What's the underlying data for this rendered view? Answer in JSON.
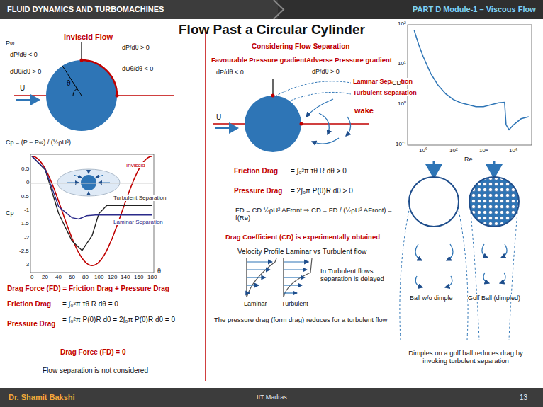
{
  "diagram": {
    "title": "Flow Past a Circular Cylinder",
    "nodes": [
      {
        "text": [
          "FLUID DYNAMICS AND TURBOMACHINES"
        ]
      },
      {
        "text": [
          "PART D Module-1 – Viscous Flow"
        ],
        "in": 0
      },
      {
        "text": [
          "Dr. Shamit Bakshi",
          "IIT Madras",
          "13"
        ]
      }
    ],
    "labels": [
      "Inviscid Flow",
      "P∞",
      "dP/dθ < 0",
      "dUθ/dθ > 0",
      "dP/dθ > 0",
      "dUθ/dθ < 0",
      "U",
      "θ",
      "Cp = (P − P∞) / (½ρU²)",
      "Inviscid",
      "Turbulent Separation",
      "Laminar Separation",
      "Cp",
      "θ",
      "0.5",
      "0",
      "-0.5",
      "-1",
      "-1.5",
      "-2",
      "-2.5",
      "-3",
      "0",
      "20",
      "40",
      "60",
      "80",
      "100",
      "120",
      "140",
      "160",
      "180",
      "Drag Force (FD) = Friction Drag + Pressure Drag",
      "Friction Drag",
      "= ∫₀²π τθ R dθ = 0",
      "Pressure Drag",
      "= ∫₀²π P(θ)R dθ = 2∫₀π P(θ)R dθ = 0",
      "Drag Force (FD) = 0",
      "Flow separation is not considered",
      "Considering Flow Separation",
      "Favourable Pressure gradient",
      "dP/dθ < 0",
      "Adverse Pressure gradient",
      "dP/dθ > 0",
      "Laminar Separation",
      "Turbulent Separation",
      "wake",
      "U",
      "Friction Drag",
      "= ∫₀²π τθ R dθ > 0",
      "Pressure Drag",
      "= 2∫₀π P(θ)R dθ > 0",
      "FD = CD ½ρU² AFront ⇒ CD = FD / (½ρU² AFront) = f(Re)",
      "Drag Coefficient (CD) is experimentally obtained",
      "Velocity Profile Laminar vs Turbulent flow",
      "In Turbulent flows separation is delayed",
      "Laminar",
      "Turbulent",
      "The pressure drag (form drag) reduces for a turbulent flow",
      "CD",
      "Re",
      "10²",
      "10¹",
      "10⁰",
      "10⁻¹",
      "10⁰",
      "10²",
      "10⁴",
      "10⁶",
      "Ball w/o dimple",
      "Golf Ball (dimpled)",
      "Dimples on a golf ball reduces drag by invoking turbulent separation"
    ]
  }
}
